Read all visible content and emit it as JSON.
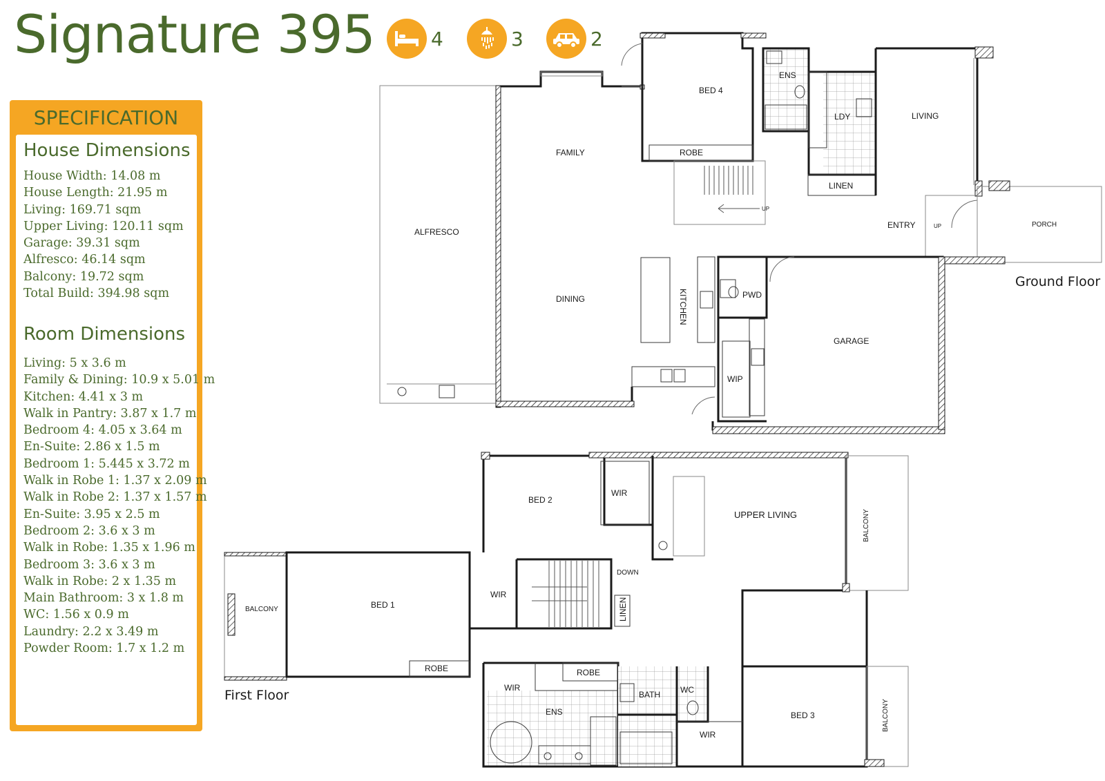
{
  "title": "Signature 395",
  "features": [
    {
      "icon": "bed-icon",
      "count": "4"
    },
    {
      "icon": "shower-icon",
      "count": "3"
    },
    {
      "icon": "car-icon",
      "count": "2"
    }
  ],
  "colors": {
    "accent": "#f5a623",
    "text": "#4a6a2c"
  },
  "specification": {
    "header": "SPECIFICATION",
    "house_title": "House Dimensions",
    "house": [
      "House Width: 14.08 m",
      "House Length: 21.95 m",
      "Living: 169.71 sqm",
      "Upper Living: 120.11 sqm",
      "Garage: 39.31 sqm",
      "Alfresco: 46.14 sqm",
      "Balcony: 19.72 sqm",
      "Total Build: 394.98 sqm"
    ],
    "room_title": "Room Dimensions",
    "rooms": [
      "Living: 5 x 3.6 m",
      "Family & Dining: 10.9 x 5.01 m",
      "Kitchen: 4.41 x 3 m",
      "Walk in Pantry: 3.87 x 1.7 m",
      "Bedroom 4: 4.05 x 3.64 m",
      "En-Suite: 2.86 x 1.5 m",
      "Bedroom 1: 5.445 x 3.72 m",
      "Walk in Robe 1: 1.37 x 2.09 m",
      "Walk in Robe 2: 1.37 x 1.57 m",
      "En-Suite: 3.95 x 2.5 m",
      "Bedroom 2: 3.6 x 3 m",
      "Walk in Robe: 1.35 x 1.96 m",
      "Bedroom 3: 3.6 x 3 m",
      "Walk in Robe: 2 x 1.35 m",
      "Main Bathroom: 3 x 1.8 m",
      "WC: 1.56 x 0.9 m",
      "Laundry: 2.2 x 3.49 m",
      "Powder Room: 1.7 x 1.2 m"
    ]
  },
  "ground_floor": {
    "label": "Ground Floor",
    "rooms": {
      "alfresco": "ALFRESCO",
      "family": "FAMILY",
      "dining": "DINING",
      "kitchen": "KITCHEN",
      "bed4": "BED 4",
      "robe": "ROBE",
      "ens": "ENS",
      "ldy": "LDY",
      "linen": "LINEN",
      "living": "LIVING",
      "entry": "ENTRY",
      "porch": "PORCH",
      "pwd": "PWD",
      "wip": "WIP",
      "garage": "GARAGE",
      "up1": "UP",
      "up2": "UP"
    }
  },
  "first_floor": {
    "label": "First Floor",
    "rooms": {
      "bed2": "BED 2",
      "wir_bed2": "WIR",
      "upper_living": "UPPER LIVING",
      "balcony_right_top": "BALCONY",
      "down": "DOWN",
      "wir_stair": "WIR",
      "linen": "LINEN",
      "balcony_left": "BALCONY",
      "bed1": "BED 1",
      "robe_bed1": "ROBE",
      "wir_ens": "WIR",
      "robe_ens": "ROBE",
      "ens": "ENS",
      "bath": "BATH",
      "wc": "WC",
      "wir_bed3": "WIR",
      "bed3": "BED 3",
      "balcony_right_bottom": "BALCONY"
    }
  }
}
